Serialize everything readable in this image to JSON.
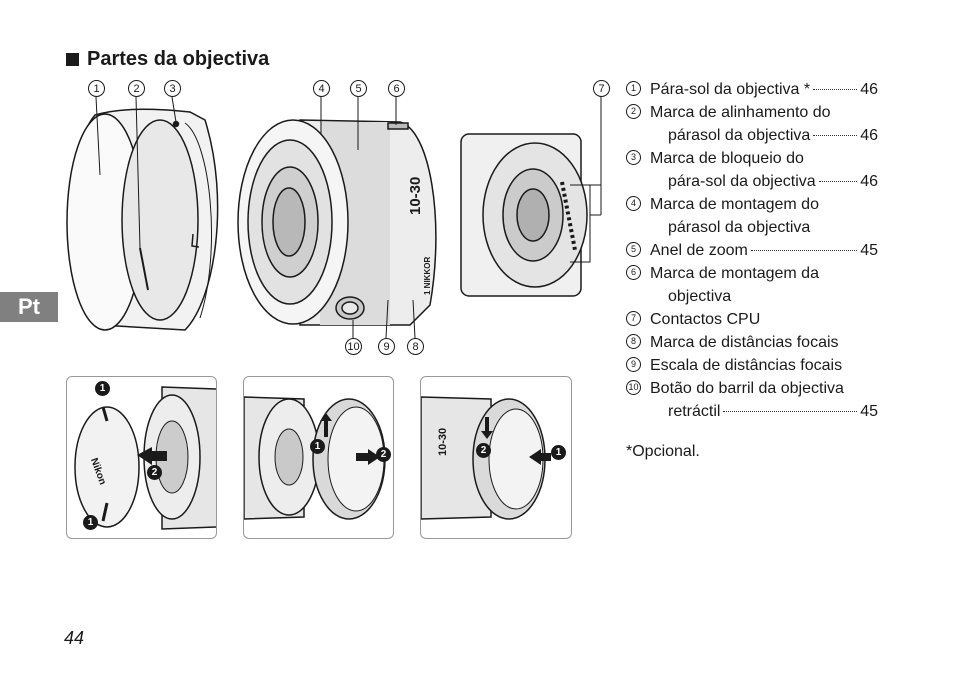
{
  "heading": "Partes da objectiva",
  "lang_tab": "Pt",
  "page_number": "44",
  "footnote": "*Opcional.",
  "callouts": [
    "1",
    "2",
    "3",
    "4",
    "5",
    "6",
    "7",
    "8",
    "9",
    "10"
  ],
  "lens_markings": {
    "zoom": "10-30",
    "brand": "1 NIKKOR",
    "cap_brand": "Nikon"
  },
  "steps": [
    "1",
    "2"
  ],
  "legend": [
    {
      "num": "1",
      "lines": [
        "Pára-sol da objectiva *"
      ],
      "page": "46"
    },
    {
      "num": "2",
      "lines": [
        "Marca de alinhamento do",
        "párasol da objectiva"
      ],
      "page": "46"
    },
    {
      "num": "3",
      "lines": [
        "Marca de bloqueio do",
        "pára-sol da objectiva"
      ],
      "page": "46"
    },
    {
      "num": "4",
      "lines": [
        "Marca de montagem do",
        "párasol da objectiva"
      ],
      "page": ""
    },
    {
      "num": "5",
      "lines": [
        "Anel de zoom"
      ],
      "page": "45"
    },
    {
      "num": "6",
      "lines": [
        "Marca de montagem da",
        "objectiva"
      ],
      "page": ""
    },
    {
      "num": "7",
      "lines": [
        "Contactos CPU"
      ],
      "page": ""
    },
    {
      "num": "8",
      "lines": [
        "Marca de distâncias focais"
      ],
      "page": ""
    },
    {
      "num": "9",
      "lines": [
        "Escala de distâncias focais"
      ],
      "page": ""
    },
    {
      "num": "10",
      "lines": [
        "Botão do barril da objectiva",
        "retráctil"
      ],
      "page": "45"
    }
  ]
}
